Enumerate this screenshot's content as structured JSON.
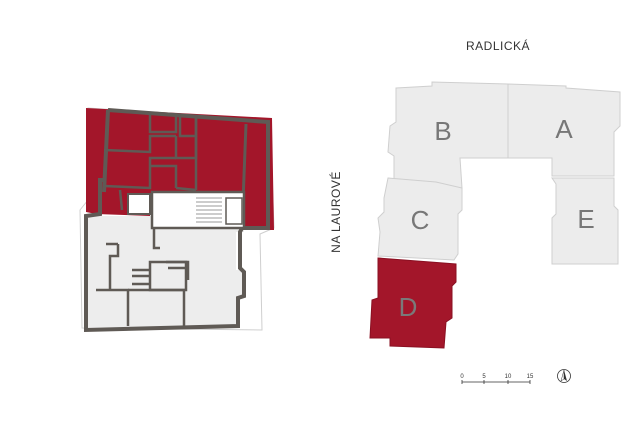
{
  "streets": {
    "north": "RADLICKÁ",
    "west": "NA LAUROVÉ"
  },
  "buildings": [
    {
      "id": "B",
      "label": "B",
      "selected": false
    },
    {
      "id": "A",
      "label": "A",
      "selected": false
    },
    {
      "id": "C",
      "label": "C",
      "selected": false
    },
    {
      "id": "E",
      "label": "E",
      "selected": false
    },
    {
      "id": "D",
      "label": "D",
      "selected": true
    }
  ],
  "scale_bar": {
    "ticks": [
      "0",
      "5",
      "10",
      "15"
    ]
  },
  "north_arrow_icon": "north-arrow-icon",
  "colors": {
    "highlight": "#a3162a",
    "building_fill": "#ececec",
    "building_stroke": "#cfcfcf",
    "wall": "#5f5a55",
    "floor": "#ededed"
  }
}
